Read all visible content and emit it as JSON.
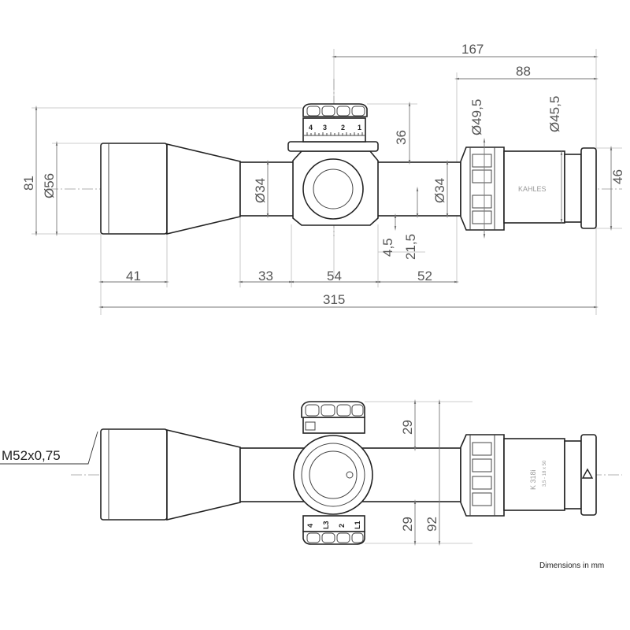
{
  "top_view": {
    "dimensions": {
      "d167": "167",
      "d88": "88",
      "d81": "81",
      "dia56": "Ø56",
      "dia34_front": "Ø34",
      "d36": "36",
      "dia34_rear": "Ø34",
      "dia49_5": "Ø49,5",
      "dia45_5": "Ø45,5",
      "dia46": "46",
      "d4_5": "4,5",
      "d21_5": "21,5",
      "d41": "41",
      "d33": "33",
      "d54": "54",
      "d52": "52",
      "d315": "315"
    },
    "turret_numbers": [
      "4",
      "3",
      "2",
      "1"
    ],
    "brand_marking": "KAHLES"
  },
  "bottom_view": {
    "dimensions": {
      "d29_top": "29",
      "d29_bottom": "29",
      "d92": "92"
    },
    "thread_label": "M52x0,75",
    "turret_numbers": [
      "4",
      "L3",
      "2",
      "L1"
    ],
    "model_marking": "K 318i",
    "model_sub": "3,5 - 18 x 50"
  },
  "note": "Dimensions in mm"
}
